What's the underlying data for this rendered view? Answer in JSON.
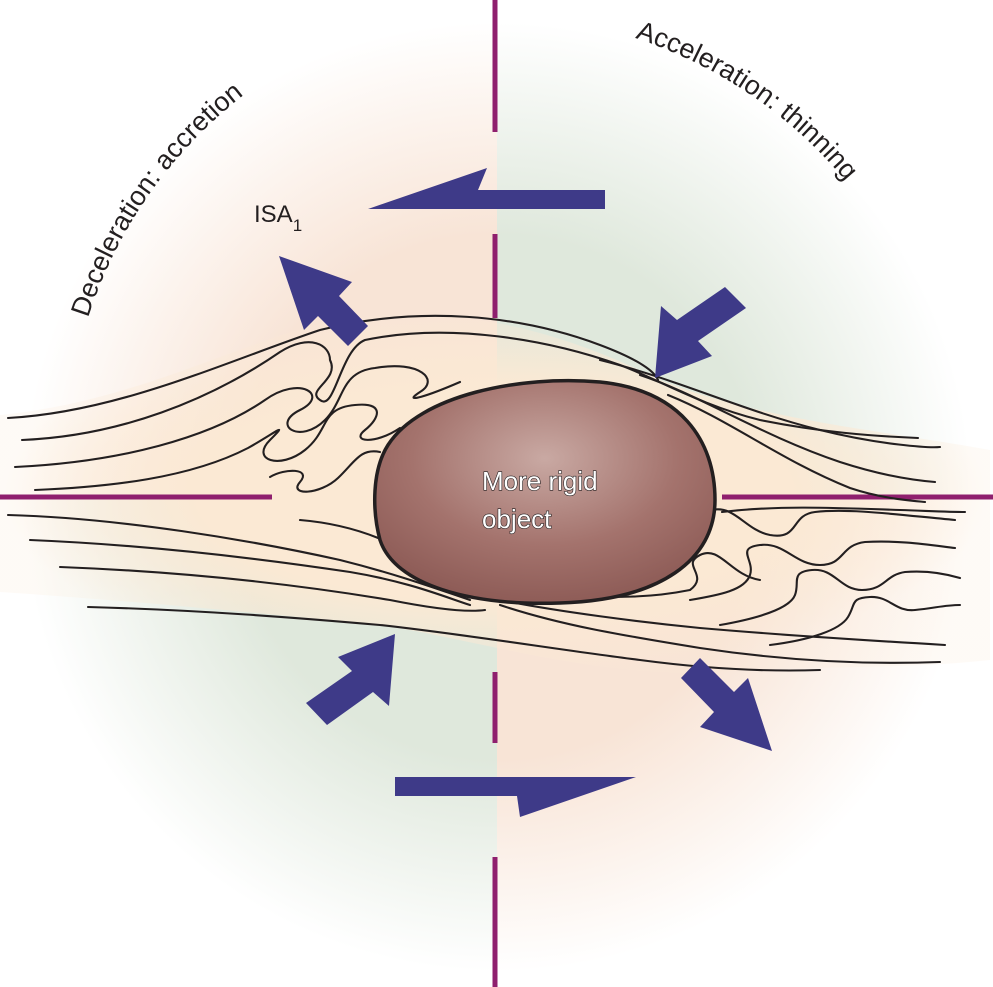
{
  "labels": {
    "deceleration": "Deceleration: accretion",
    "acceleration": "Acceleration: thinning",
    "isa_main": "ISA",
    "isa_sub": "1",
    "object_line1": "More rigid",
    "object_line2": "object"
  },
  "colors": {
    "peach_quadrant": "#f8e4d6",
    "green_quadrant": "#dfe8dc",
    "foliation_band": "#fbe9d4",
    "rigid_object": "#a4736d",
    "arrow_fill": "#3e3a88",
    "axis_lines": "#8f1f6e",
    "ink": "#231f20"
  }
}
